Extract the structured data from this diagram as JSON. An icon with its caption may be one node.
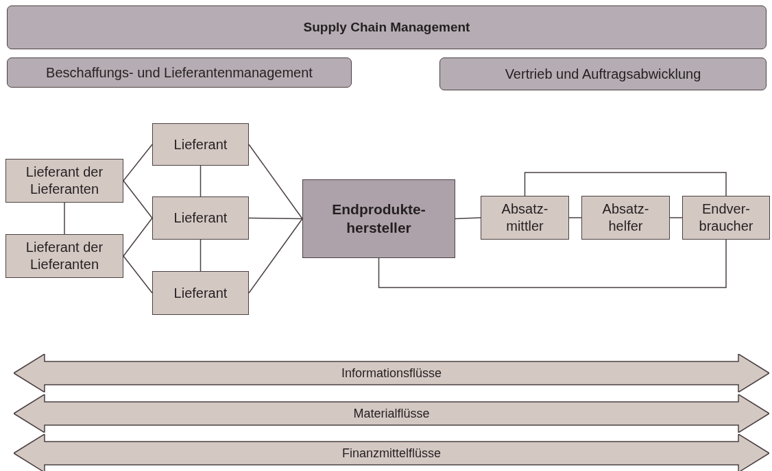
{
  "diagram": {
    "nodes": [
      {
        "text": [
          "Supply Chain Management"
        ]
      },
      {
        "text": [
          "Beschaffungs- und Lieferantenmanagement"
        ]
      },
      {
        "text": [
          "Vertrieb und Auftragsabwicklung"
        ]
      },
      {
        "text": [
          "Lieferant der Lieferanten"
        ]
      },
      {
        "text": [
          "Lieferant der Lieferanten"
        ]
      },
      {
        "text": [
          "Lieferant"
        ]
      },
      {
        "text": [
          "Lieferant"
        ]
      },
      {
        "text": [
          "Lieferant"
        ]
      },
      {
        "text": [
          "Endprodukte-hersteller"
        ]
      },
      {
        "text": [
          "Absatz-mittler"
        ]
      },
      {
        "text": [
          "Absatz-helfer"
        ]
      },
      {
        "text": [
          "Endver-braucher"
        ]
      },
      {
        "text": [
          "Informationsflüsse"
        ]
      },
      {
        "text": [
          "Materialflüsse"
        ]
      },
      {
        "text": [
          "Finanzmittelflüsse"
        ]
      }
    ],
    "edges": [
      {
        "from": 3,
        "to": 5,
        "arrow": "none"
      },
      {
        "from": 3,
        "to": 6,
        "arrow": "none"
      },
      {
        "from": 3,
        "to": 4,
        "arrow": "none"
      },
      {
        "from": 4,
        "to": 6,
        "arrow": "none"
      },
      {
        "from": 4,
        "to": 7,
        "arrow": "none"
      },
      {
        "from": 5,
        "to": 6,
        "arrow": "none"
      },
      {
        "from": 6,
        "to": 7,
        "arrow": "none"
      },
      {
        "from": 5,
        "to": 8,
        "arrow": "none"
      },
      {
        "from": 6,
        "to": 8,
        "arrow": "none"
      },
      {
        "from": 7,
        "to": 8,
        "arrow": "none"
      },
      {
        "from": 8,
        "to": 9,
        "arrow": "none"
      },
      {
        "from": 9,
        "to": 10,
        "arrow": "none"
      },
      {
        "from": 10,
        "to": 11,
        "arrow": "none"
      },
      {
        "from": 9,
        "to": 11,
        "arrow": "none"
      },
      {
        "from": 11,
        "to": 8,
        "arrow": "none"
      }
    ]
  }
}
